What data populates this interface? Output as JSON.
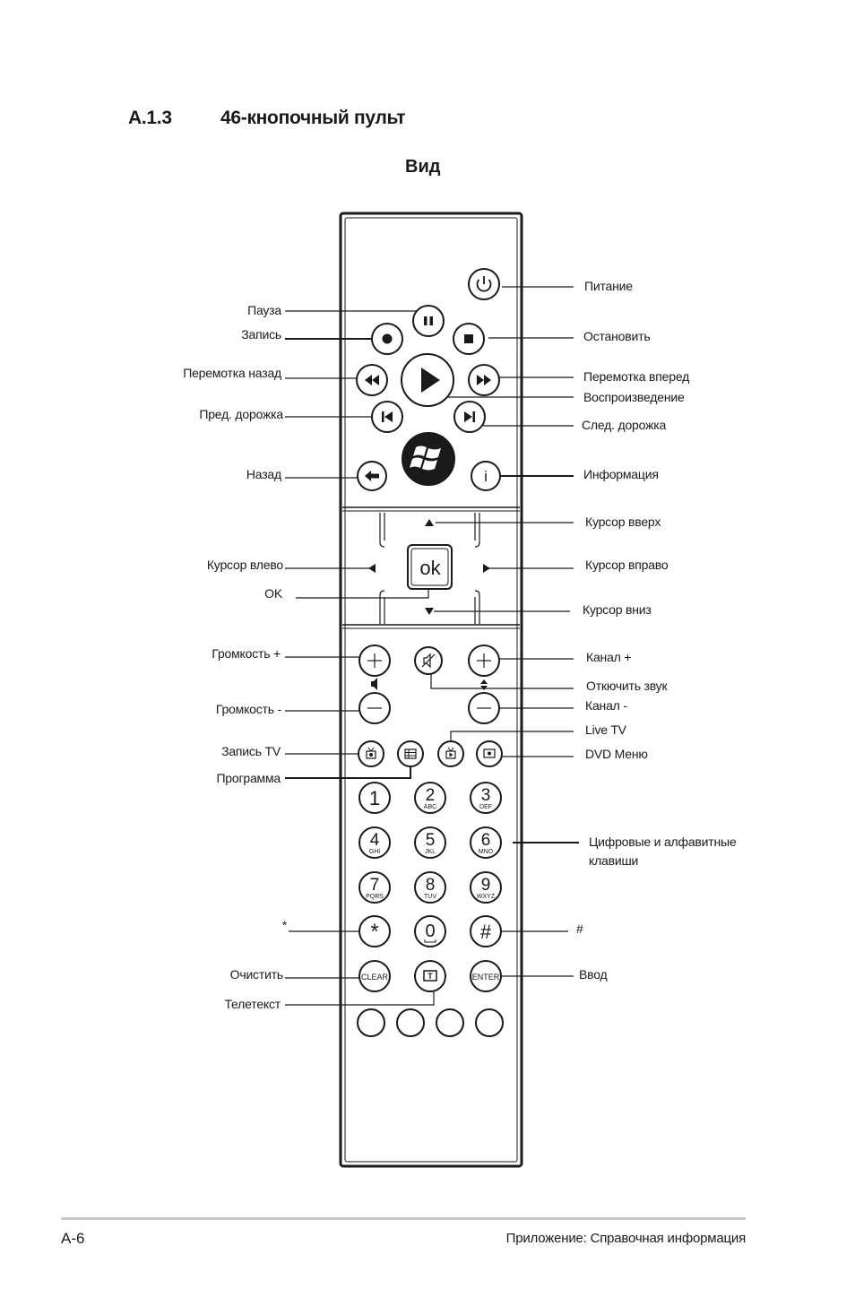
{
  "header": {
    "section_number": "A.1.3",
    "section_title": "46-кнопочный пульт"
  },
  "subtitle": "Вид",
  "labels_left": [
    "Пауза",
    "Запись",
    "Перемотка назад",
    "Пред. дорожка",
    "Назад",
    "Курсор влево",
    "OK",
    "Громкость +",
    "Громкость -",
    "Запись TV",
    "Программа",
    "*",
    "Очистить",
    "Телетекст"
  ],
  "labels_right": [
    "Питание",
    "Остановить",
    "Перемотка вперед",
    "Воспроизведение",
    "След. дорожка",
    "Информация",
    "Курсор вверх",
    "Курсор вправо",
    "Курсор вниз",
    "Канал +",
    "Откючить звук",
    "Канал -",
    "Live TV",
    "DVD Меню",
    "Цифровые и алфавитные\nклавиши",
    "#",
    "Ввод"
  ],
  "remote": {
    "ok_label": "ok",
    "digits": [
      {
        "d": "1",
        "l": ""
      },
      {
        "d": "2",
        "l": "ABC"
      },
      {
        "d": "3",
        "l": "DEF"
      },
      {
        "d": "4",
        "l": "GHI"
      },
      {
        "d": "5",
        "l": "JKL"
      },
      {
        "d": "6",
        "l": "MNO"
      },
      {
        "d": "7",
        "l": "PQRS"
      },
      {
        "d": "8",
        "l": "TUV"
      },
      {
        "d": "9",
        "l": "WXYZ"
      }
    ],
    "zero": "0",
    "clear_label": "CLEAR",
    "enter_label": "ENTER",
    "star": "*",
    "hash": "#"
  },
  "footer": {
    "page": "A-6",
    "chapter": "Приложение: Справочная информация"
  }
}
